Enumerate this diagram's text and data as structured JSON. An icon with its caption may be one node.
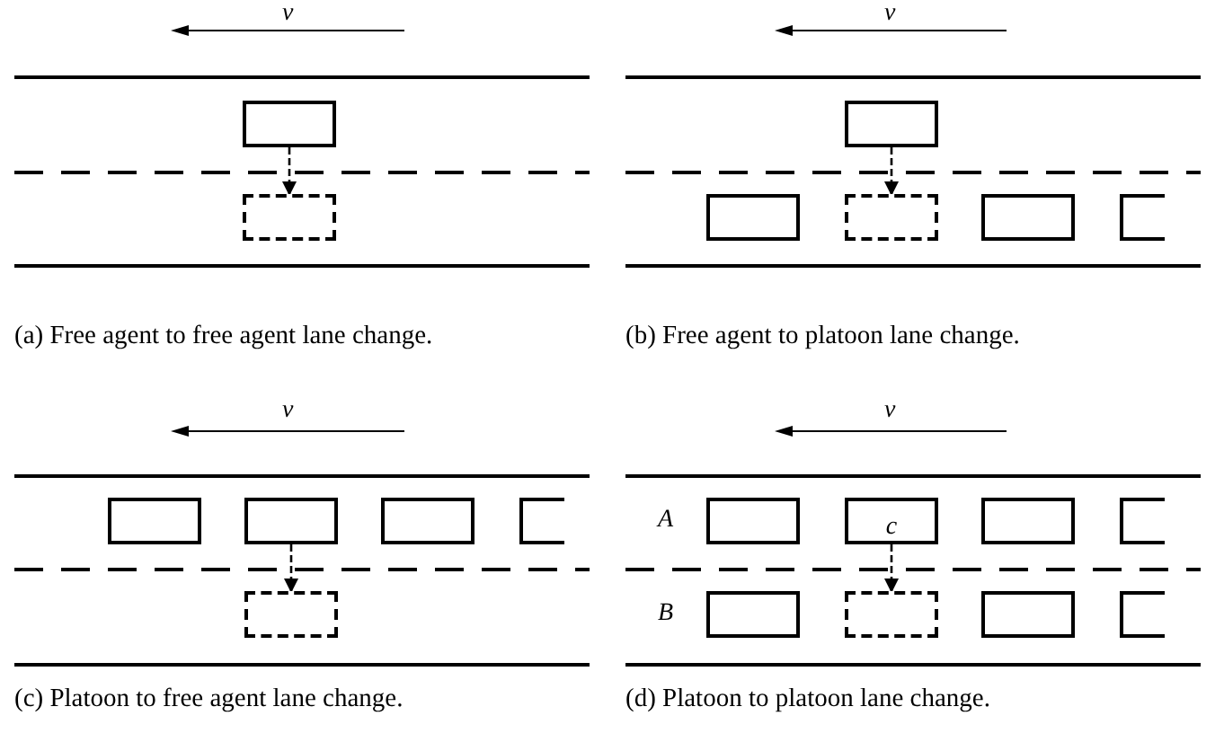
{
  "diagram": {
    "nodes": [
      {
        "text": [],
        "shape": "box"
      },
      {
        "text": [],
        "shape": "box"
      },
      {
        "text": [],
        "shape": "box"
      },
      {
        "text": [],
        "shape": "box"
      },
      {
        "text": [],
        "shape": "box"
      },
      {
        "text": [],
        "shape": "box"
      },
      {
        "text": [],
        "shape": "box"
      },
      {
        "text": [],
        "shape": "box"
      },
      {
        "text": [],
        "shape": "box"
      },
      {
        "text": [],
        "shape": "box"
      },
      {
        "text": [],
        "shape": "box"
      },
      {
        "text": [],
        "shape": "box"
      },
      {
        "text": [],
        "shape": "box"
      },
      {
        "text": [
          "c"
        ]
      },
      {
        "text": [],
        "shape": "box"
      },
      {
        "text": [],
        "shape": "box"
      },
      {
        "text": [],
        "shape": "box"
      },
      {
        "text": [],
        "shape": "box"
      },
      {
        "text": [],
        "shape": "box"
      },
      {
        "text": [],
        "shape": "box"
      }
    ],
    "edges": [
      {
        "from": 0,
        "to": 1,
        "arrow": "to",
        "style": "dashed"
      },
      {
        "from": 2,
        "to": 4,
        "arrow": "to",
        "style": "dashed"
      },
      {
        "from": 8,
        "to": 11,
        "arrow": "to",
        "style": "dashed"
      },
      {
        "from": 13,
        "to": 17,
        "arrow": "to",
        "style": "dashed"
      }
    ],
    "labels": [
      "v",
      "v",
      "(a) Free agent to free agent lane change.",
      "(b) Free agent to platoon lane change.",
      "v",
      "v",
      "A",
      "B",
      "(c) Platoon to free agent lane change.",
      "(d) Platoon to platoon lane change."
    ]
  }
}
